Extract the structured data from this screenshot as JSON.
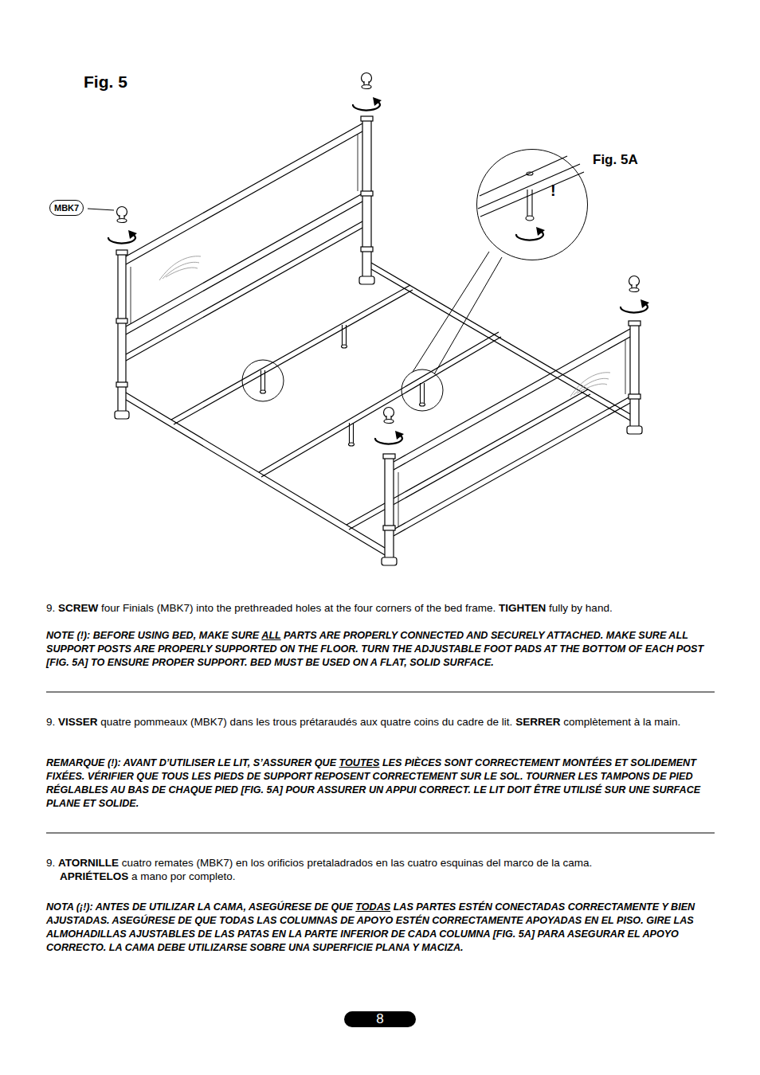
{
  "diagram": {
    "title": "Fig. 5",
    "nodes": [
      {
        "text": [
          "MBK7"
        ]
      },
      {
        "text": [
          "!"
        ]
      },
      {
        "text": [
          "8"
        ]
      }
    ],
    "labels": [
      "9.",
      "SCREW",
      "four Finials (MBK7) into the prethreaded holes at the four corners of the bed frame.",
      "TIGHTEN",
      "fully by hand.",
      "NOTE (!): BEFORE USING BED, MAKE SURE",
      "ALL",
      "PARTS ARE PROPERLY CONNECTED AND SECURELY ATTACHED. MAKE SURE ALL SUPPORT POSTS ARE PROPERLY SUPPORTED ON THE FLOOR. TURN THE ADJUSTABLE FOOT PADS AT THE BOTTOM OF EACH POST [FIG. 5A] TO ENSURE PROPER SUPPORT. BED MUST BE USED ON A FLAT, SOLID SURFACE.",
      "9.",
      "VISSER",
      "quatre pommeaux (MBK7) dans les trous prétaraudés aux quatre coins du cadre de lit.",
      "SERRER",
      "complètement à la main.",
      "REMARQUE (!): AVANT D’UTILISER LE LIT, S’ASSURER QUE",
      "TOUTES",
      "LES PIÈCES SONT CORRECTEMENT MONTÉES ET SOLIDEMENT FIXÉES. VÉRIFIER QUE TOUS LES PIEDS DE SUPPORT REPOSENT CORRECTEMENT SUR LE SOL. TOURNER LES TAMPONS DE PIED RÉGLABLES AU BAS DE CHAQUE PIED [FIG. 5A] POUR ASSURER UN APPUI CORRECT. LE LIT DOIT ÊTRE UTILISÉ SUR UNE SURFACE PLANE ET SOLIDE.",
      "9.",
      "ATORNILLE",
      "cuatro remates (MBK7) en los orificios pretaladrados en las cuatro esquinas del marco de la cama.",
      "APRIÉTELOS",
      "a mano por completo.",
      "NOTA (¡!): ANTES DE UTILIZAR LA CAMA, ASEGÚRESE DE QUE",
      "TODAS",
      "LAS PARTES ESTÉN CONECTADAS CORRECTAMENTE Y BIEN AJUSTADAS. ASEGÚRESE DE QUE TODAS LAS COLUMNAS DE APOYO ESTÉN CORRECTAMENTE APOYADAS EN EL PISO. GIRE LAS ALMOHADILLAS AJUSTABLES DE LAS PATAS EN LA PARTE INFERIOR DE CADA COLUMNA [FIG. 5A] PARA ASEGURAR EL APOYO CORRECTO. LA CAMA DEBE UTILIZARSE SOBRE UNA SUPERFICIE PLANA Y MACIZA.",
      "Fig. 5A"
    ]
  }
}
